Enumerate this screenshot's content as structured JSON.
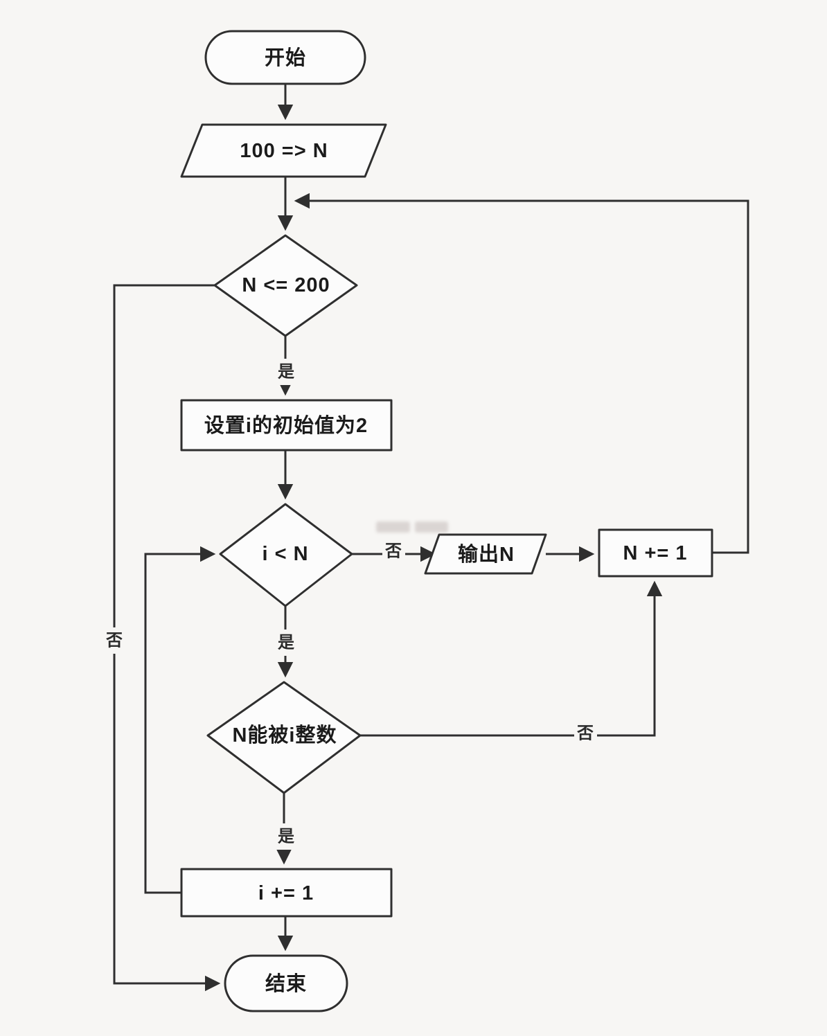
{
  "nodes": {
    "start": "开始",
    "input_n": "100 => N",
    "cond_n_range": "N <= 200",
    "init_i": "设置i的初始值为2",
    "cond_i_lt_n": "i < N",
    "output_n": "输出N",
    "inc_n": "N += 1",
    "cond_divisible": "N能被i整数",
    "inc_i": "i += 1",
    "end": "结束"
  },
  "edge_labels": {
    "yes_after_range_check": "是",
    "no_after_range_check": "否",
    "yes_after_i_lt_n": "是",
    "no_after_i_lt_n": "否",
    "yes_after_divisible": "是",
    "no_after_divisible": "否"
  },
  "colors": {
    "background": "#f7f6f4",
    "stroke": "#2f2f2f",
    "node_fill": "#fcfcfc",
    "text": "#1b1b1b"
  }
}
